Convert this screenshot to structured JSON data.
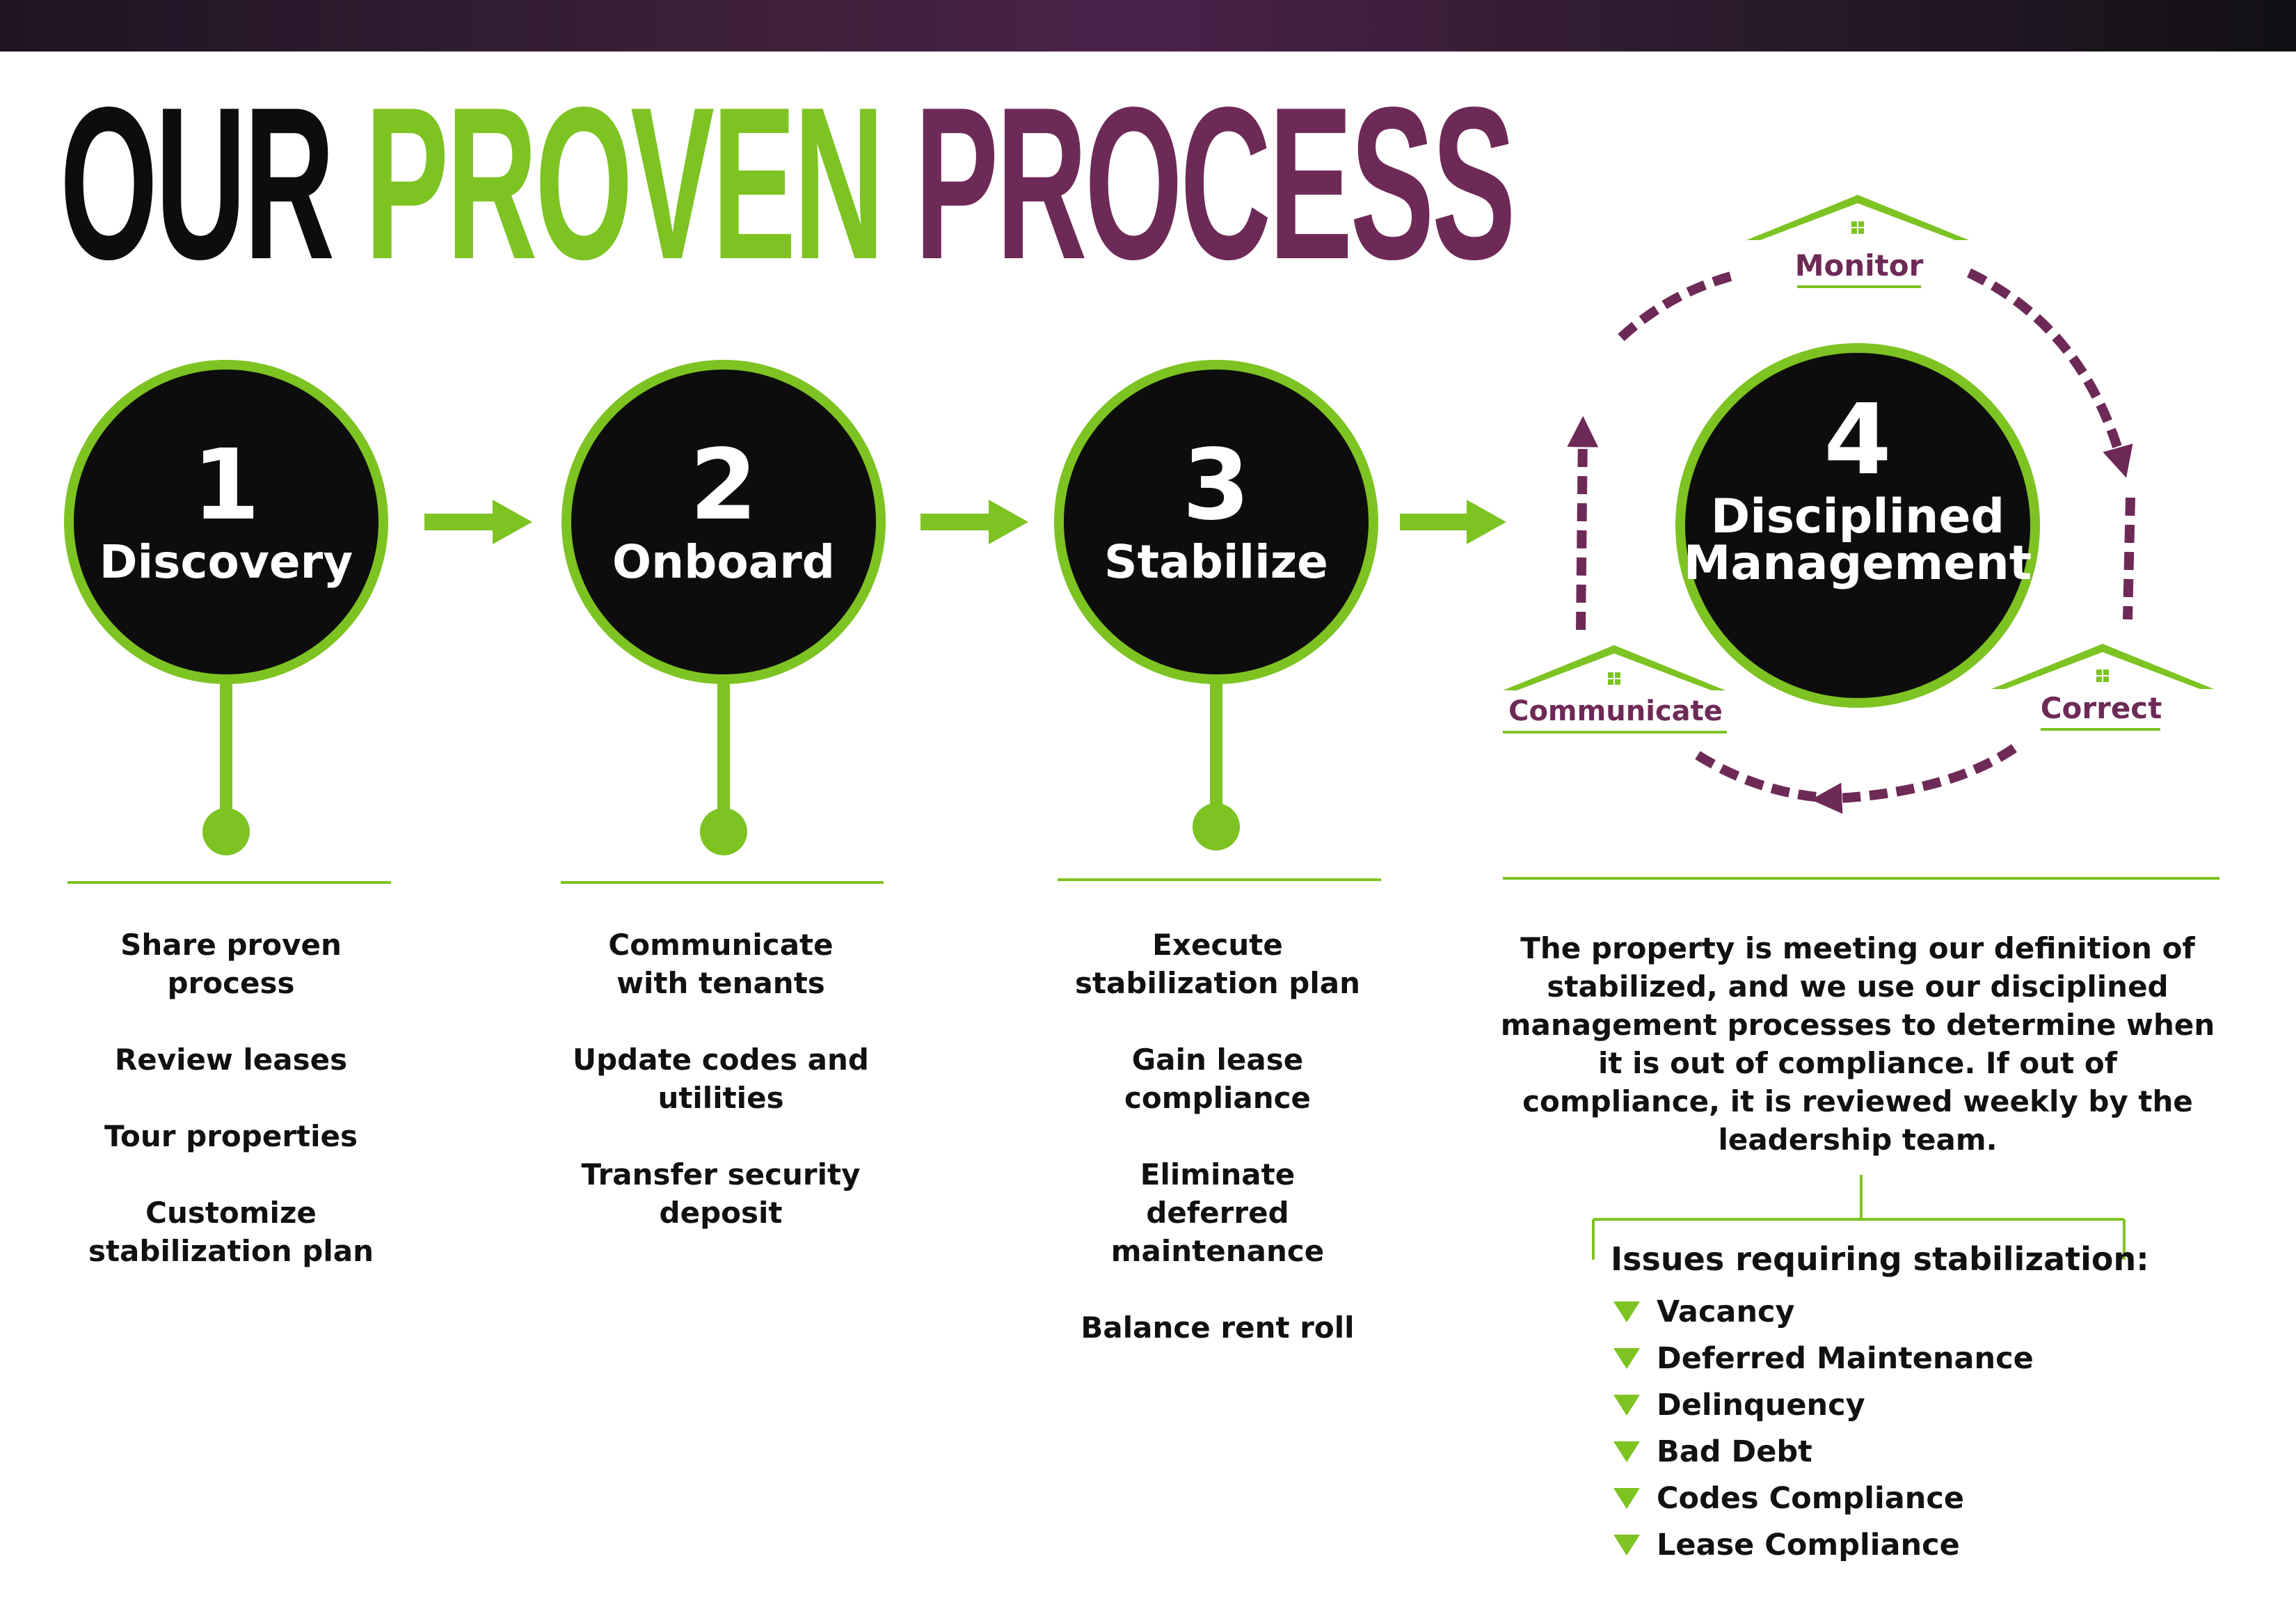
{
  "title": {
    "part1": "OUR",
    "part2": "PROVEN",
    "part3": "PROCESS"
  },
  "colors": {
    "green": "#7dc322",
    "purple": "#6e2a57",
    "black": "#0d0d0d"
  },
  "steps": [
    {
      "number": "1",
      "label": "Discovery",
      "items": [
        "Share proven process",
        "Review leases",
        "Tour properties",
        "Customize stabilization plan"
      ]
    },
    {
      "number": "2",
      "label": "Onboard",
      "items": [
        "Communicate with tenants",
        "Update codes and utilities",
        "Transfer security deposit"
      ]
    },
    {
      "number": "3",
      "label": "Stabilize",
      "items": [
        "Execute stabilization plan",
        "Gain lease compliance",
        "Eliminate deferred maintenance",
        "Balance rent roll"
      ]
    },
    {
      "number": "4",
      "label_line1": "Disciplined",
      "label_line2": "Management"
    }
  ],
  "cycle": {
    "top": "Monitor",
    "right": "Correct",
    "left": "Communicate"
  },
  "management_text": "The property is meeting our definition of stabilized, and we use our disciplined management processes to determine when it is out of compliance.  If out of compliance, it is reviewed weekly by the leadership team.",
  "issues": {
    "title": "Issues requiring stabilization:",
    "items": [
      "Vacancy",
      "Deferred Maintenance",
      "Delinquency",
      "Bad Debt",
      "Codes Compliance",
      "Lease Compliance"
    ]
  }
}
